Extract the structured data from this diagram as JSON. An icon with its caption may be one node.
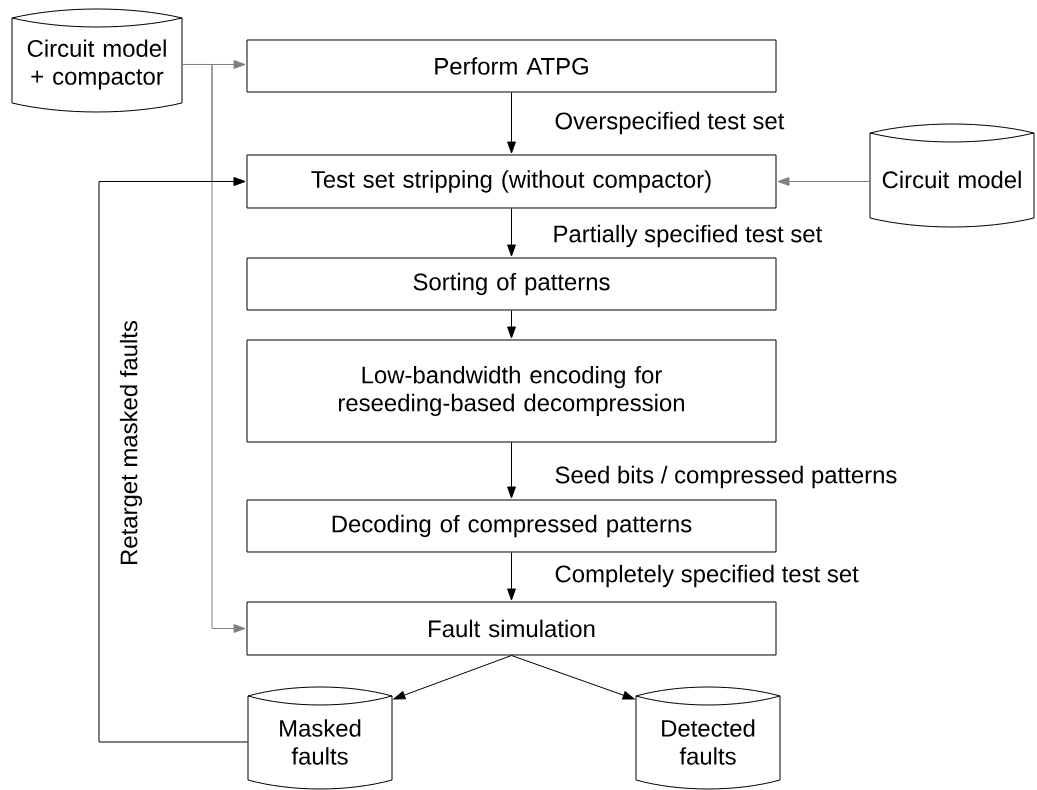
{
  "diagram": {
    "nodes": [
      {
        "text": [
          "Circuit model + compactor"
        ]
      },
      {
        "text": [
          "Perform ATPG"
        ]
      },
      {
        "text": [
          "Test set stripping (without compactor)"
        ]
      },
      {
        "text": [
          "Circuit model"
        ]
      },
      {
        "text": [
          "Sorting of patterns"
        ]
      },
      {
        "text": [
          "Low-bandwidth encoding for reseeding-based decompression"
        ]
      },
      {
        "text": [
          "Decoding of compressed patterns"
        ]
      },
      {
        "text": [
          "Fault simulation"
        ]
      },
      {
        "text": [
          "Masked faults"
        ]
      },
      {
        "text": [
          "Detected faults"
        ]
      }
    ],
    "edges": [
      {
        "from": 0,
        "to": 1,
        "arrow": "to",
        "color": "#808080"
      },
      {
        "from": 0,
        "to": 2,
        "arrow": "to",
        "color": "#808080"
      },
      {
        "from": 0,
        "to": 7,
        "arrow": "to",
        "color": "#808080"
      },
      {
        "from": 1,
        "to": 2,
        "arrow": "to",
        "label": "Overspecified test set"
      },
      {
        "from": 3,
        "to": 2,
        "arrow": "to",
        "color": "#808080"
      },
      {
        "from": 2,
        "to": 4,
        "arrow": "to",
        "label": "Partially specified test set"
      },
      {
        "from": 4,
        "to": 5,
        "arrow": "to"
      },
      {
        "from": 5,
        "to": 6,
        "arrow": "to",
        "label": "Seed bits / compressed patterns"
      },
      {
        "from": 6,
        "to": 7,
        "arrow": "to",
        "label": "Completely specified test set"
      },
      {
        "from": 7,
        "to": 8,
        "arrow": "to"
      },
      {
        "from": 7,
        "to": 9,
        "arrow": "to"
      },
      {
        "from": 8,
        "to": 2,
        "arrow": "to",
        "label": "Retarget masked faults"
      }
    ]
  }
}
